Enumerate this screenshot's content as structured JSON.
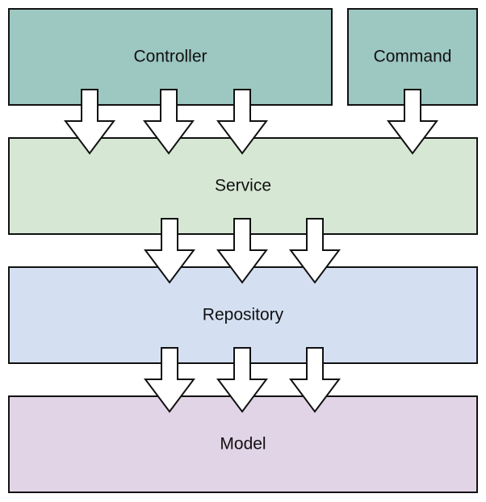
{
  "boxes": {
    "controller": {
      "label": "Controller",
      "fill": "#9dc7c1"
    },
    "command": {
      "label": "Command",
      "fill": "#9dc7c1"
    },
    "service": {
      "label": "Service",
      "fill": "#d6e8d4"
    },
    "repository": {
      "label": "Repository",
      "fill": "#d4e0f2"
    },
    "model": {
      "label": "Model",
      "fill": "#e2d4e7"
    }
  },
  "stroke": "#111111",
  "arrow_fill": "#ffffff"
}
